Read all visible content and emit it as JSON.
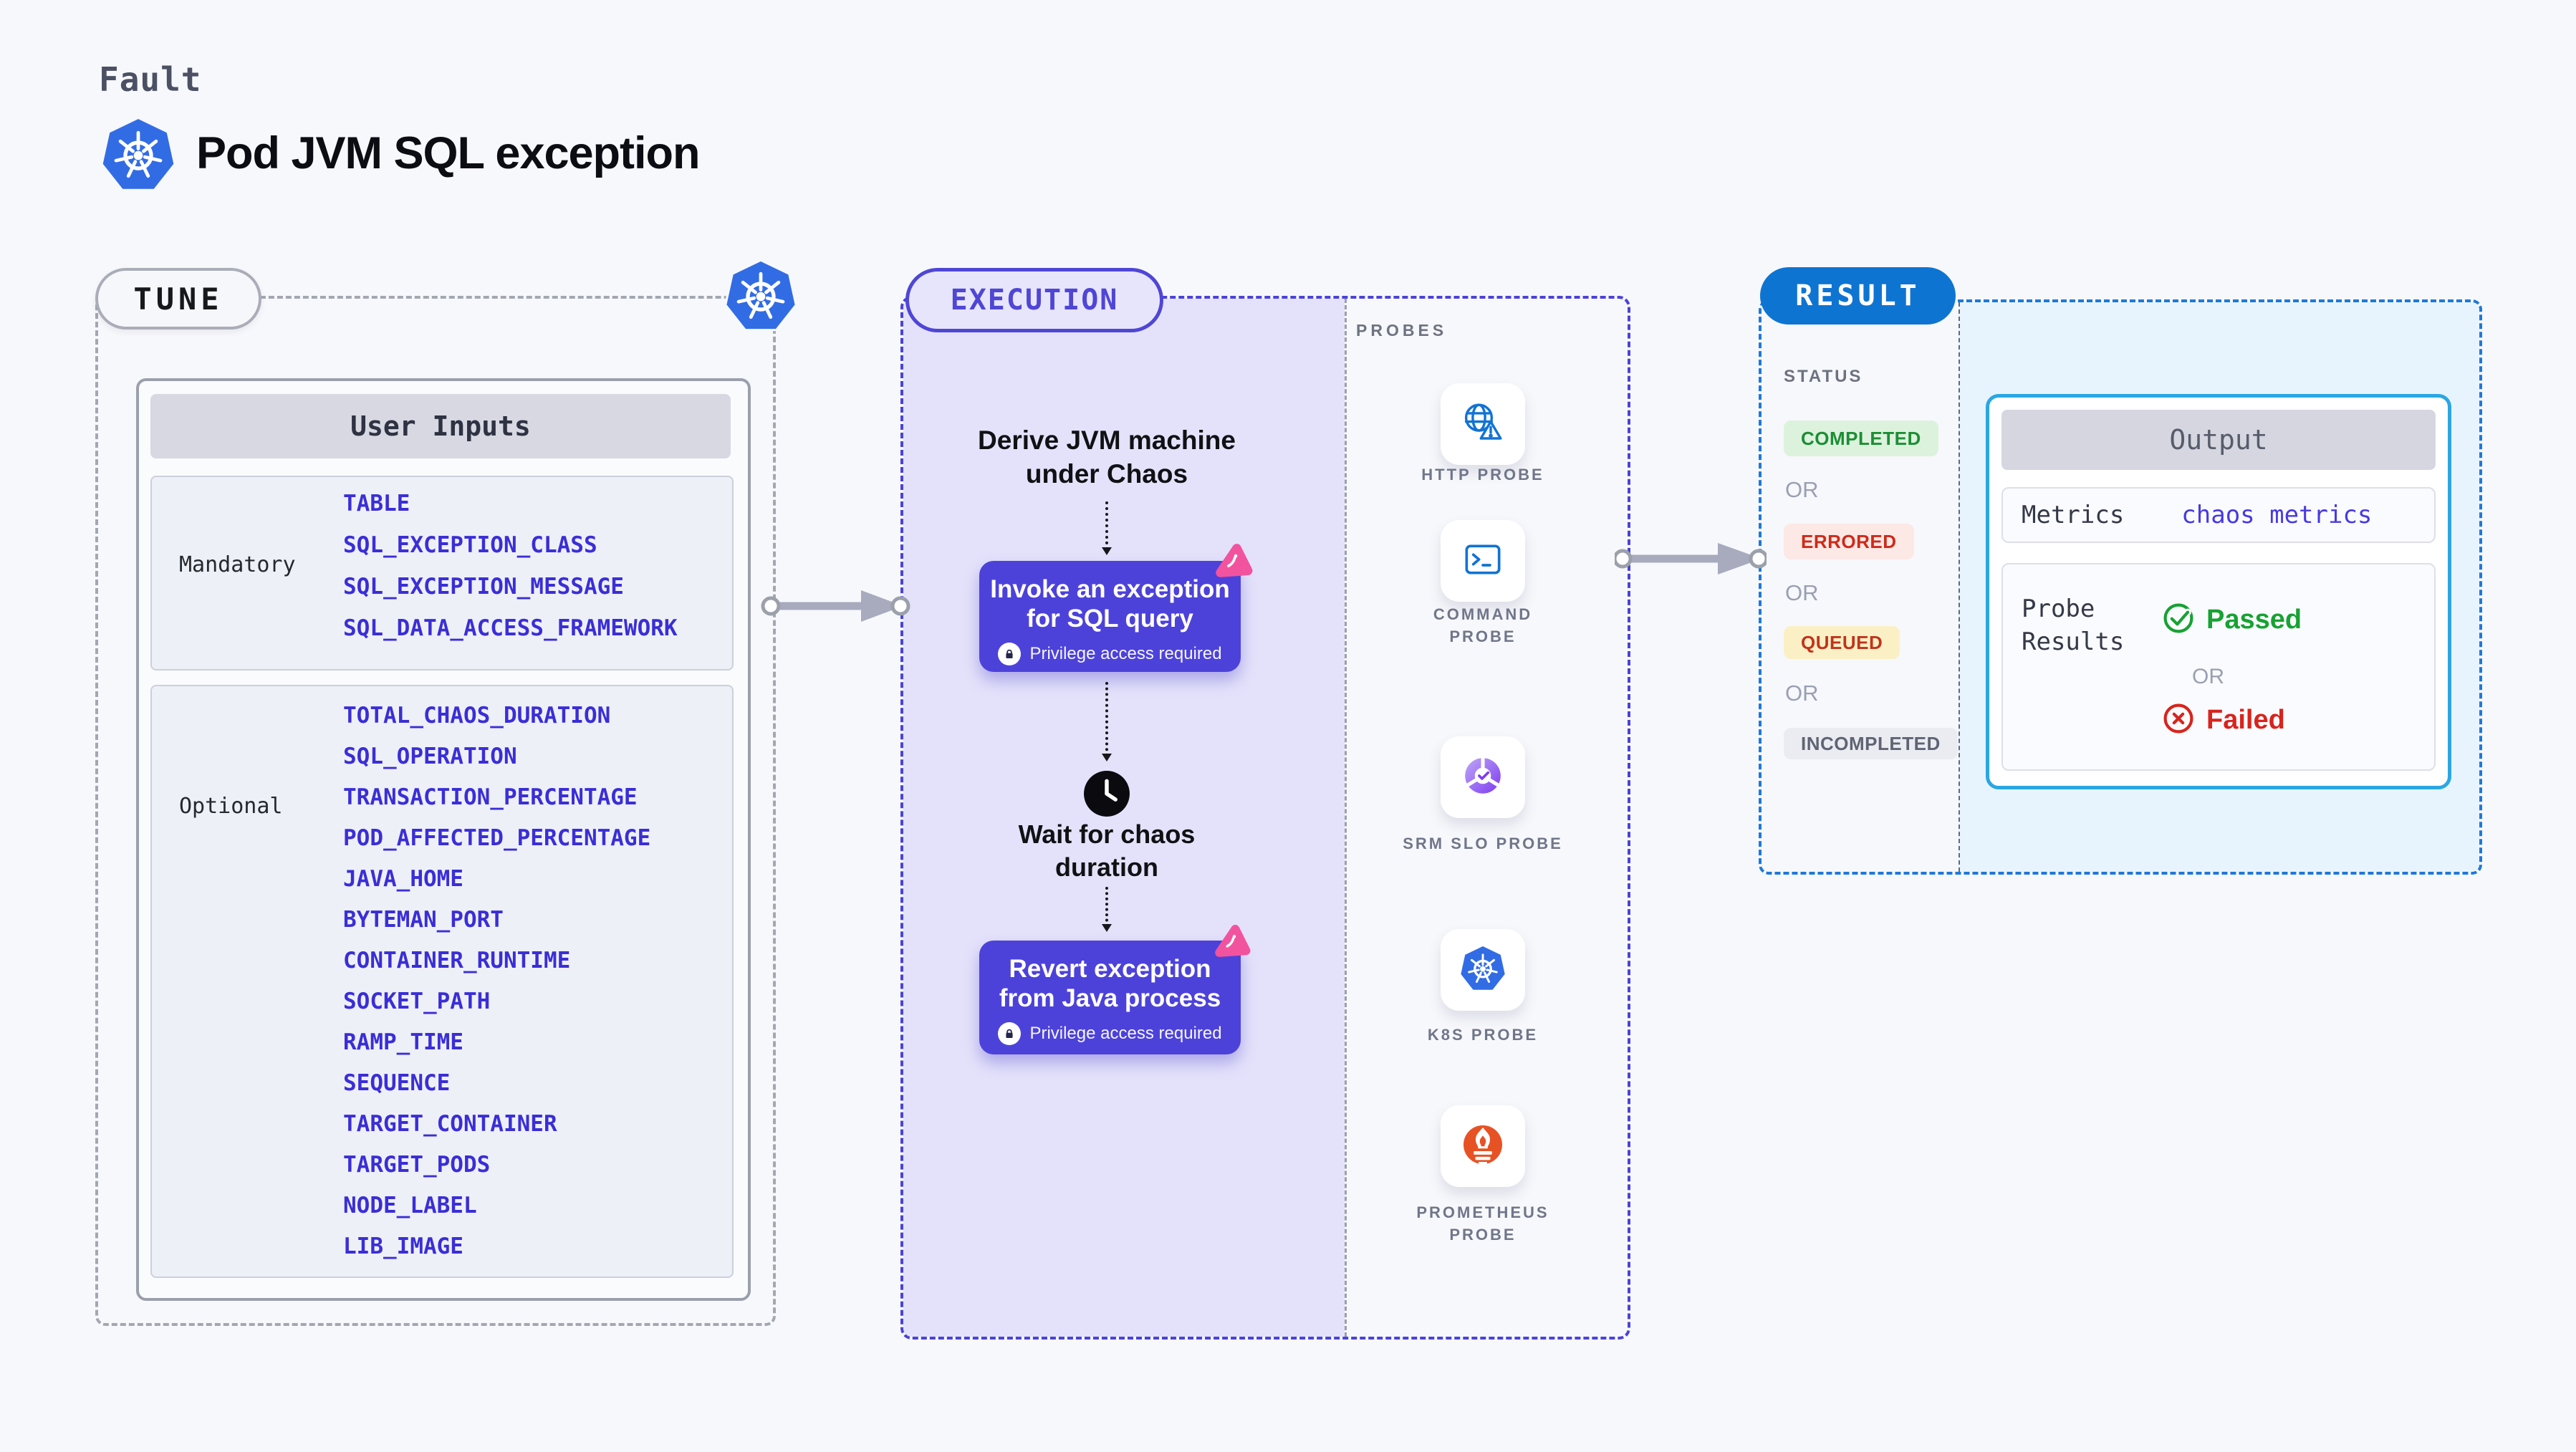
{
  "header": {
    "eyebrow": "Fault",
    "title": "Pod JVM SQL exception"
  },
  "tune": {
    "label": "TUNE",
    "user_inputs": {
      "title": "User Inputs",
      "groups": [
        {
          "label": "Mandatory",
          "items": [
            "TABLE",
            "SQL_EXCEPTION_CLASS",
            "SQL_EXCEPTION_MESSAGE",
            "SQL_DATA_ACCESS_FRAMEWORK"
          ]
        },
        {
          "label": "Optional",
          "items": [
            "TOTAL_CHAOS_DURATION",
            "SQL_OPERATION",
            "TRANSACTION_PERCENTAGE",
            "POD_AFFECTED_PERCENTAGE",
            "JAVA_HOME",
            "BYTEMAN_PORT",
            "CONTAINER_RUNTIME",
            "SOCKET_PATH",
            "RAMP_TIME",
            "SEQUENCE",
            "TARGET_CONTAINER",
            "TARGET_PODS",
            "NODE_LABEL",
            "LIB_IMAGE"
          ]
        }
      ]
    }
  },
  "execution": {
    "label": "EXECUTION",
    "derive_text": "Derive JVM machine under Chaos",
    "invoke": {
      "title": "Invoke an exception for SQL query",
      "note": "Privilege access required"
    },
    "wait_text": "Wait for chaos duration",
    "revert": {
      "title": "Revert exception from Java process",
      "note": "Privilege access required"
    }
  },
  "probes": {
    "label": "PROBES",
    "items": [
      {
        "label": "HTTP PROBE",
        "icon": "http-probe-icon"
      },
      {
        "label": "COMMAND PROBE",
        "icon": "command-probe-icon"
      },
      {
        "label": "SRM SLO PROBE",
        "icon": "srm-slo-probe-icon"
      },
      {
        "label": "K8S PROBE",
        "icon": "k8s-probe-icon"
      },
      {
        "label": "PROMETHEUS PROBE",
        "icon": "prometheus-probe-icon"
      }
    ]
  },
  "result": {
    "label": "RESULT",
    "status": {
      "title": "STATUS",
      "or_label": "OR",
      "values": [
        {
          "text": "COMPLETED",
          "tone": "green"
        },
        {
          "text": "ERRORED",
          "tone": "red"
        },
        {
          "text": "QUEUED",
          "tone": "yellow"
        },
        {
          "text": "INCOMPLETED",
          "tone": "gray"
        }
      ]
    },
    "output": {
      "title": "Output",
      "metrics_label": "Metrics",
      "metrics_value": "chaos metrics",
      "probe_results_label": "Probe Results",
      "passed_label": "Passed",
      "or_label": "OR",
      "failed_label": "Failed"
    }
  },
  "colors": {
    "page_bg": "#f7f8fb",
    "kubernetes_blue": "#326ce5",
    "action_purple": "#4c42da",
    "execution_accent": "#4f46d6",
    "execution_fill": "#e4e2fa",
    "result_blue": "#0e74d2",
    "output_cyan": "#2aa7e3",
    "result_fill": "#e8f4fd",
    "litmus_pink": "#f2539e",
    "probe_blue": "#1273d3",
    "srm_purple": "#7d3bf0",
    "prometheus_orange": "#e75225",
    "value_blue": "#3a2ed7",
    "passed_green": "#17a233",
    "failed_red": "#d8241e"
  }
}
